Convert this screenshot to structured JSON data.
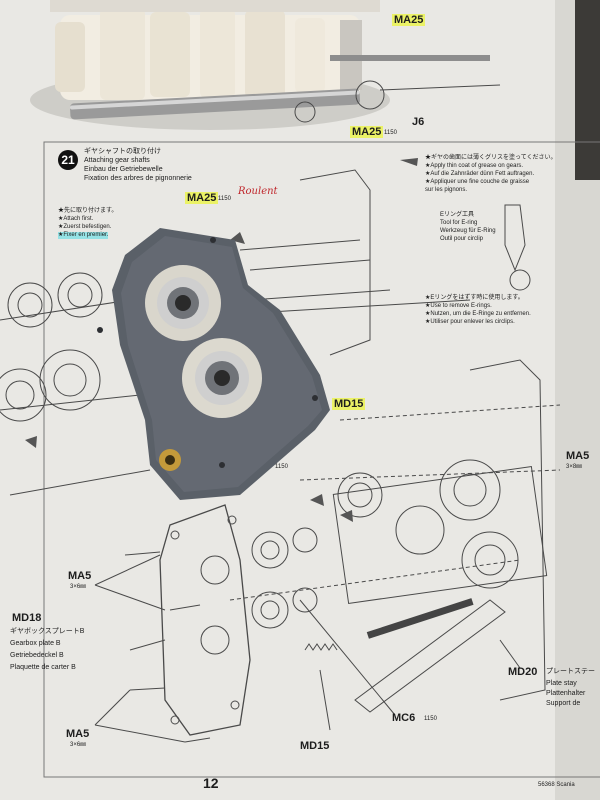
{
  "step": {
    "number": "21",
    "title_lines": [
      "ギヤシャフトの取り付け",
      "Attaching gear shafts",
      "Einbau der Getriebewelle",
      "Fixation des arbres de pignonnerie"
    ]
  },
  "notes": {
    "attach_first": [
      "★先に取り付けます。",
      "★Attach first.",
      "★Zuerst befestigen."
    ],
    "attach_first_highlighted": "★Fixer en premier.",
    "grease": [
      "★ギヤの歯面には薄くグリスを塗ってください。",
      "★Apply thin coat of grease on gears.",
      "★Auf die Zahnräder dünn Fett auftragen.",
      "★Appliquer une fine couche de graisse",
      "sur les pignons."
    ],
    "ring_tool": [
      "Eリング工具",
      "Tool for E-ring",
      "Werkzeug für E-Ring",
      "Outil pour circlip"
    ],
    "ering_remove": [
      "★Eリングをはずす時に使用します。",
      "★Use to remove E-rings.",
      "★Nutzen, um die E-Ringe zu entfernen.",
      "★Utiliser pour enlever les circlips."
    ]
  },
  "labels": {
    "ma25_top": "MA25",
    "ma25_top_count": "1150",
    "j6": "J6",
    "ma25_step": "MA25",
    "ma25_step_count": "1150",
    "handwritten": "Roulent",
    "md15_highlight": "MD15",
    "m25_count": "1150",
    "m25": "MA25",
    "ma5_left": "MA5",
    "ma5_left_size": "3×6㎜",
    "ma5_right": "MA5",
    "ma5_right_size": "3×8㎜",
    "ma5_bottom": "MA5",
    "ma5_bottom_size": "3×6㎜",
    "md18": "MD18",
    "md18_lines": [
      "ギヤボックスプレートB",
      "Gearbox plate B",
      "Getriebedeckel B",
      "Plaquette de carter B"
    ],
    "md20": "MD20",
    "md20_lines": [
      "プレートステー",
      "Plate stay",
      "Plattenhalter",
      "Support de"
    ],
    "mc6": "MC6",
    "mc6_count": "1150",
    "md15_bottom": "MD15",
    "page_number": "12",
    "model_code": "56368 Scania"
  }
}
